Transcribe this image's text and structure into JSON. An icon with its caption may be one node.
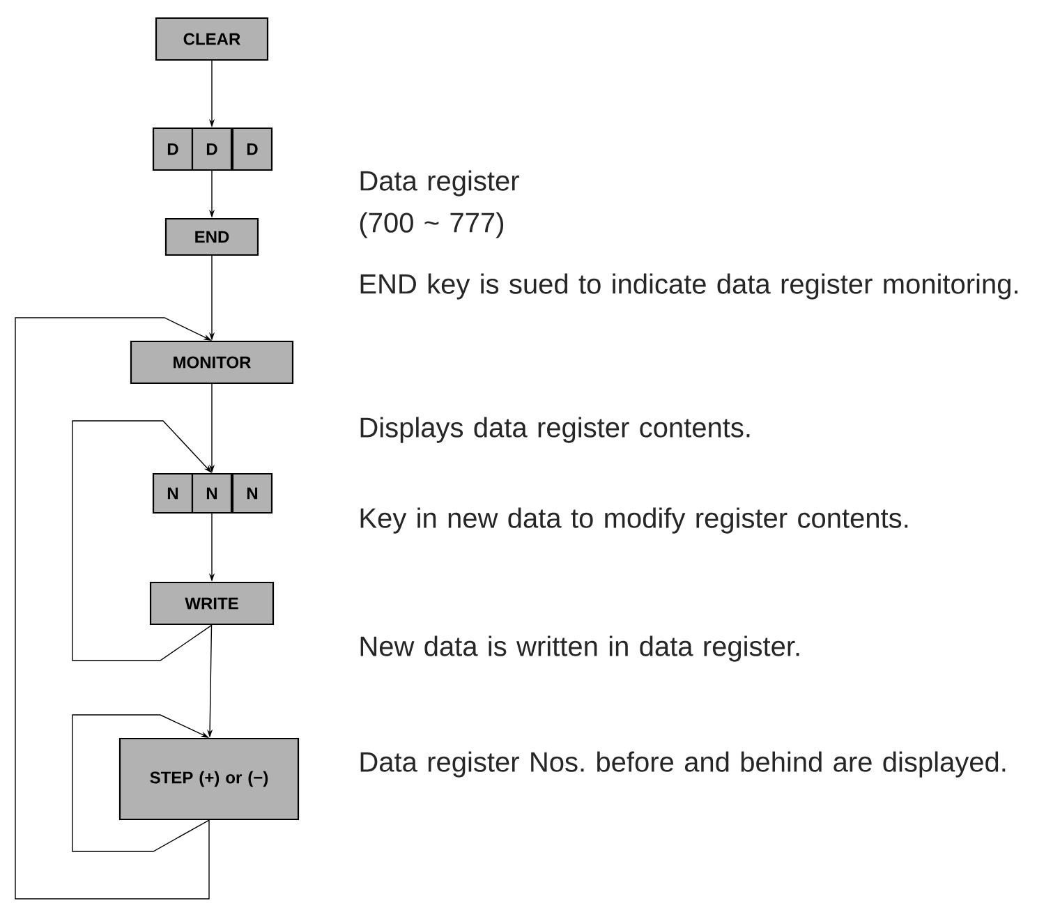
{
  "diagram": {
    "nodes": [
      {
        "text": [
          "CLEAR"
        ]
      },
      {
        "text": [
          "D"
        ]
      },
      {
        "text": [
          "D"
        ]
      },
      {
        "text": [
          "D"
        ]
      },
      {
        "text": [
          "END"
        ]
      },
      {
        "text": [
          "MONITOR"
        ]
      },
      {
        "text": [
          "N"
        ]
      },
      {
        "text": [
          "N"
        ]
      },
      {
        "text": [
          "N"
        ]
      },
      {
        "text": [
          "WRITE"
        ]
      },
      {
        "text": [
          "STEP (+) or (−)"
        ]
      }
    ],
    "edges": [
      {
        "from": 0,
        "to": 2,
        "arrow": "to"
      },
      {
        "from": 2,
        "to": 4,
        "arrow": "to"
      },
      {
        "from": 4,
        "to": 5,
        "arrow": "to"
      },
      {
        "from": 5,
        "to": 7,
        "arrow": "to"
      },
      {
        "from": 7,
        "to": 9,
        "arrow": "to"
      },
      {
        "from": 9,
        "to": 7,
        "arrow": "to"
      },
      {
        "from": 9,
        "to": 10,
        "arrow": "to"
      },
      {
        "from": 10,
        "to": 10,
        "arrow": "to"
      },
      {
        "from": 10,
        "to": 5,
        "arrow": "to"
      }
    ],
    "labels": [
      "Data register (700 ~ 777)",
      "END key is sued to indicate data register monitoring.",
      "Displays data register contents.",
      "Key in new data to modify register contents.",
      "New data is written in data register.",
      "Data register Nos. before and behind are displayed."
    ]
  }
}
